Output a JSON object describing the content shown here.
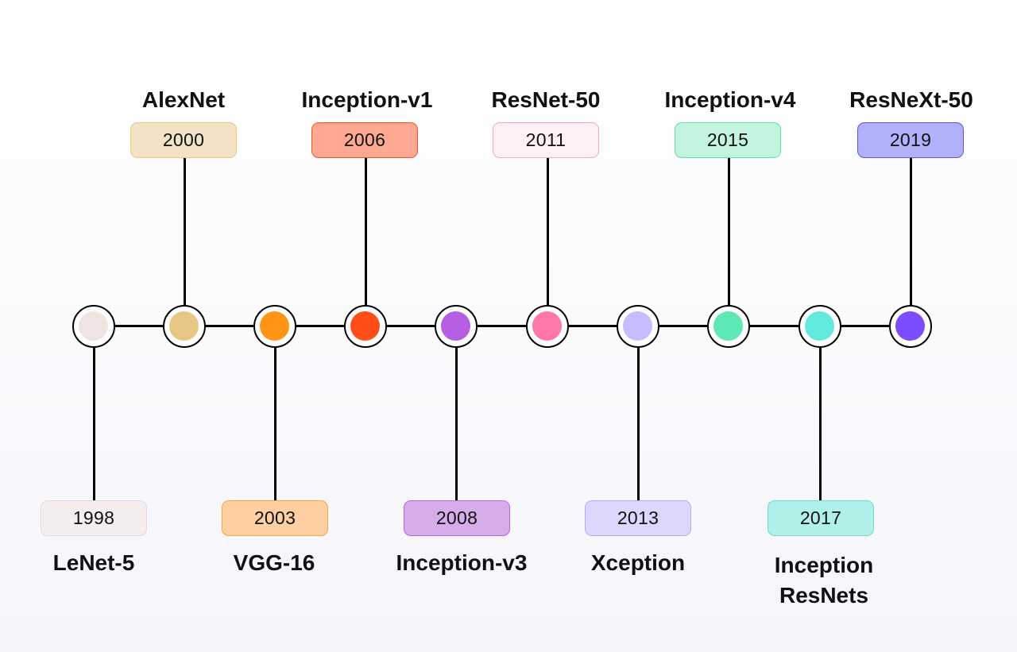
{
  "timeline": {
    "events": [
      {
        "year": "1998",
        "name": "LeNet-5",
        "position": "bottom",
        "dot_color": "#f0e4e2",
        "box_fill": "#f4eeee",
        "box_border": "#e3dcdc"
      },
      {
        "year": "2000",
        "name": "AlexNet",
        "position": "top",
        "dot_color": "#e8c683",
        "box_fill": "#f3e2c5",
        "box_border": "#e8c683"
      },
      {
        "year": "2003",
        "name": "VGG-16",
        "position": "bottom",
        "dot_color": "#ff9417",
        "box_fill": "#fdcfa1",
        "box_border": "#f8a33e"
      },
      {
        "year": "2006",
        "name": "Inception-v1",
        "position": "top",
        "dot_color": "#ff4e17",
        "box_fill": "#fda891",
        "box_border": "#f0552a"
      },
      {
        "year": "2008",
        "name": "Inception-v3",
        "position": "bottom",
        "dot_color": "#b55ee1",
        "box_fill": "#d7ade9",
        "box_border": "#b564dc"
      },
      {
        "year": "2011",
        "name": "ResNet-50",
        "position": "top",
        "dot_color": "#ff77a8",
        "box_fill": "#fff0f4",
        "box_border": "#f4a7c2"
      },
      {
        "year": "2013",
        "name": "Xception",
        "position": "bottom",
        "dot_color": "#c5bdff",
        "box_fill": "#dcd7fd",
        "box_border": "#b5acf2"
      },
      {
        "year": "2015",
        "name": "Inception-v4",
        "position": "top",
        "dot_color": "#5ee8b3",
        "box_fill": "#c2f4de",
        "box_border": "#6ed9b1"
      },
      {
        "year": "2017",
        "name": "Inception ResNets",
        "position": "bottom",
        "dot_color": "#62e9dd",
        "box_fill": "#b1f0e9",
        "box_border": "#6fdad1"
      },
      {
        "year": "2019",
        "name": "ResNeXt-50",
        "position": "top",
        "dot_color": "#7c4dff",
        "box_fill": "#b0b0fb",
        "box_border": "#5d55dc"
      }
    ]
  }
}
